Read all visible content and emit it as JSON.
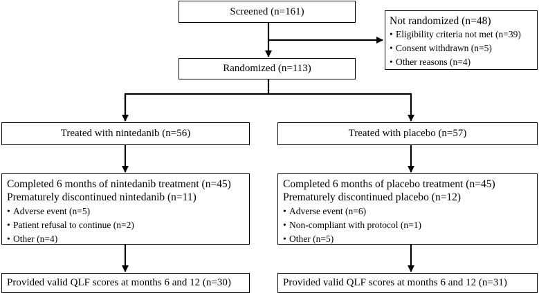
{
  "screened": "Screened (n=161)",
  "not_randomized": {
    "title": "Not randomized (n=48)",
    "items": [
      "Eligibility criteria not met (n=39)",
      "Consent withdrawn (n=5)",
      "Other reasons (n=4)"
    ]
  },
  "randomized": "Randomized (n=113)",
  "nintedanib": {
    "treated": "Treated with nintedanib (n=56)",
    "completed": "Completed 6 months of nintedanib treatment (n=45)",
    "discontinued": "Prematurely discontinued nintedanib (n=11)",
    "reasons": [
      "Adverse event (n=5)",
      "Patient refusal to continue (n=2)",
      "Other (n=4)"
    ],
    "qlf": "Provided valid QLF scores at months 6 and 12 (n=30)"
  },
  "placebo": {
    "treated": "Treated with placebo (n=57)",
    "completed": "Completed 6 months of placebo treatment (n=45)",
    "discontinued": "Prematurely discontinued placebo (n=12)",
    "reasons": [
      "Adverse event (n=6)",
      "Non-compliant with protocol (n=1)",
      "Other (n=5)"
    ],
    "qlf": "Provided valid QLF scores at months 6 and 12 (n=31)"
  }
}
